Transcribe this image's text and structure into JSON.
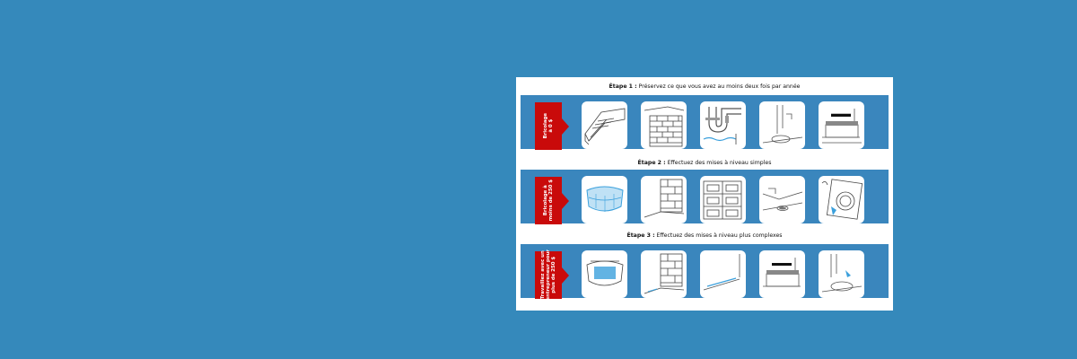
{
  "steps": [
    {
      "prefix": "Étape 1 :",
      "text": " Préservez ce que vous avez au moins deux fois par année",
      "tag": "Bricolage\nà 0 $",
      "tiles": [
        "roof-gutter-icon",
        "brick-wall-icon",
        "sink-pipe-icon",
        "floor-drain-icon",
        "sump-pump-icon"
      ]
    },
    {
      "prefix": "Étape 2 :",
      "text": " Effectuez des mises à niveau simples",
      "tag": "Bricolage à\nmoins de 250 $",
      "tiles": [
        "window-well-icon",
        "foundation-wall-icon",
        "storage-shelves-icon",
        "basement-drain-icon",
        "washing-machine-icon"
      ]
    },
    {
      "prefix": "Étape 3 :",
      "text": " Effectuez des mises à niveau plus complexes",
      "tag": "Travaillez avec un\nentrepreneur pour\nplus de 250 $",
      "tiles": [
        "window-well-cover-icon",
        "grading-wall-icon",
        "lot-slope-icon",
        "backwater-valve-icon",
        "floor-drain-plug-icon"
      ]
    }
  ],
  "colors": {
    "background": "#3589bb",
    "band": "#3a86bd",
    "tag": "#c90a0a",
    "water": "#3ba0dc"
  }
}
